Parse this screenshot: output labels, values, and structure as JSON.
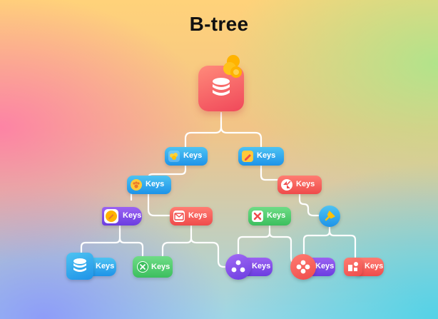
{
  "title": "B-tree",
  "nodes": {
    "root": {
      "icon": "database-icon"
    },
    "l1_left": {
      "label": "Keys",
      "icon": "bell-cluster-icon"
    },
    "l1_right": {
      "label": "Keys",
      "icon": "edit-note-icon"
    },
    "l2_left": {
      "label": "Keys",
      "icon": "paw-icon"
    },
    "l2_right": {
      "label": "Keys",
      "icon": "compass-icon"
    },
    "l3_a": {
      "label": "Keys",
      "icon": "pencil-badge-icon"
    },
    "l3_b": {
      "label": "Keys",
      "icon": "mail-icon"
    },
    "l3_c": {
      "label": "Keys",
      "icon": "x-mark-icon"
    },
    "l3_d": {
      "label": "",
      "icon": "pin-icon"
    },
    "leaf_1": {
      "label": "Keys",
      "icon": "database-icon"
    },
    "leaf_2": {
      "label": "Keys",
      "icon": "x-circle-icon"
    },
    "leaf_3": {
      "label": "Keys",
      "icon": "triangle-dots-icon"
    },
    "leaf_4": {
      "label": "Keys",
      "icon": "diamond-dots-icon"
    },
    "leaf_5": {
      "label": "Keys",
      "icon": "shapes-icon"
    }
  },
  "colors": {
    "blue": "#1e93e8",
    "red": "#ef4b4b",
    "green": "#3cbf5e",
    "purple": "#6b3de0",
    "link": "#ffffff"
  }
}
